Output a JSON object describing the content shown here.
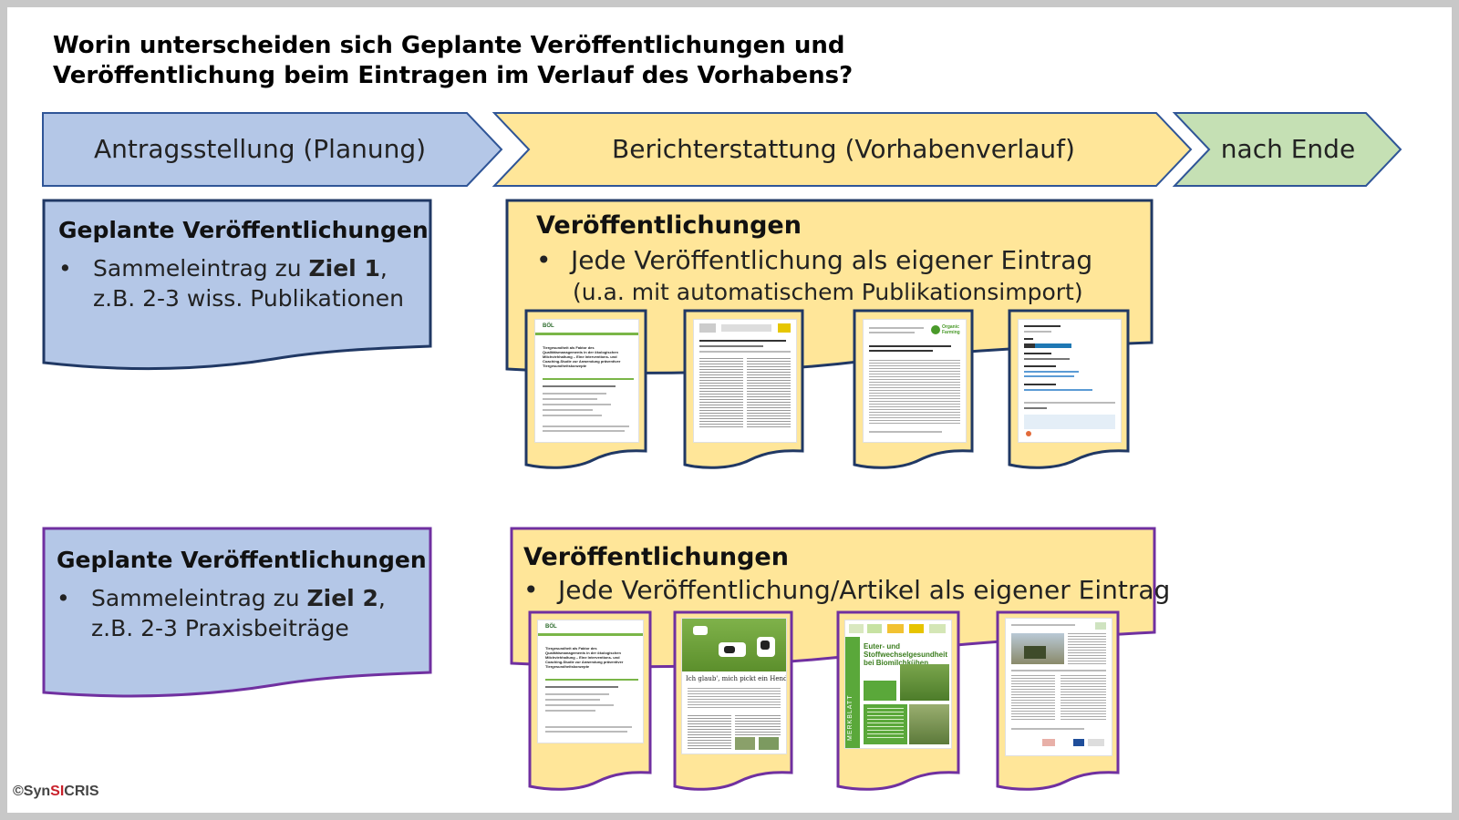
{
  "title": {
    "line1": "Worin unterscheiden sich Geplante Veröffentlichungen und",
    "line2": "Veröffentlichung beim Eintragen im Verlauf des Vorhabens?"
  },
  "phases": [
    {
      "label": "Antragsstellung (Planung)",
      "color": "#b4c7e7"
    },
    {
      "label": "Berichterstattung (Vorhabenverlauf)",
      "color": "#ffe699"
    },
    {
      "label": "nach Ende",
      "color": "#c5e0b4"
    }
  ],
  "row1": {
    "planned": {
      "heading": "Geplante Veröffentlichungen",
      "bullet_prefix": "Sammeleintrag zu ",
      "bullet_bold": "Ziel 1",
      "bullet_suffix": ",",
      "bullet_line2": "z.B. 2-3 wiss. Publikationen"
    },
    "publications": {
      "heading": "Veröffentlichungen",
      "bullet": "Jede Veröffentlichung als eigener Eintrag",
      "bullet_line2": "(u.a. mit automatischem Publikationsimport)"
    },
    "border_color": "#203864"
  },
  "row2": {
    "planned": {
      "heading": "Geplante Veröffentlichungen",
      "bullet_prefix": "Sammeleintrag zu ",
      "bullet_bold": "Ziel 2",
      "bullet_suffix": ",",
      "bullet_line2": "z.B. 2-3 Praxisbeiträge"
    },
    "publications": {
      "heading": "Veröffentlichungen",
      "bullet": "Jede Veröffentlichung/Artikel als eigener Eintrag"
    },
    "border_color": "#7030a0"
  },
  "thumbnails": {
    "doc1_org": "BÖL",
    "doc1_title": "Tiergesundheit als Faktor des Qualitätsmanagements in der ökologischen Milchviehhaltung – Eine Interventions- und Coaching-Studie zur Anwendung präventiver Tiergesundheitskonzepte",
    "doc3_brand": "Organic Farming",
    "doc6_headline": "Ich glaub', mich pickt ein Hendl!",
    "doc7_side": "MERKBLATT",
    "doc7_title": "Euter- und Stoffwechselgesundheit bei Biomilchkühen"
  },
  "copyright": {
    "prefix": "©Syn",
    "accent": "SI",
    "suffix": "CRIS"
  }
}
